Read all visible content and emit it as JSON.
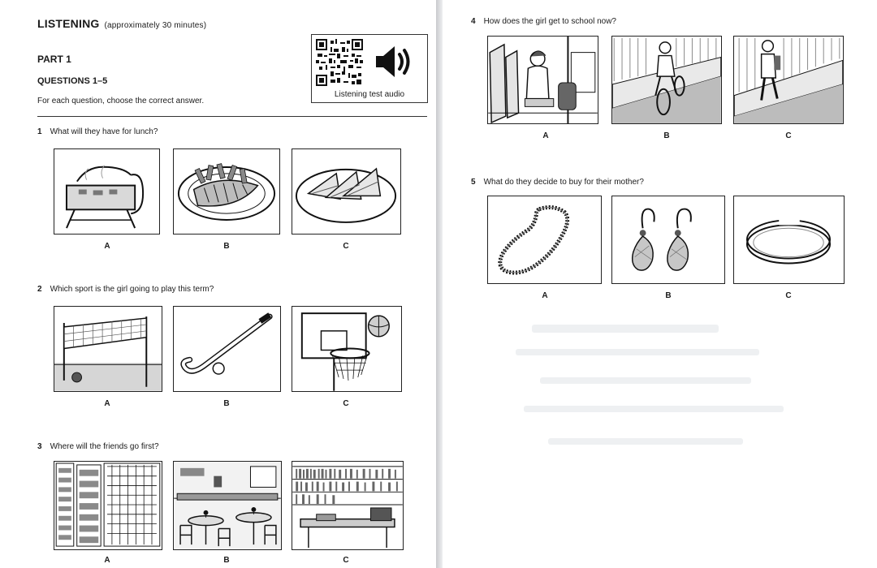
{
  "header": {
    "title": "LISTENING",
    "duration": "(approximately 30 minutes)",
    "part": "PART 1",
    "questions": "QUESTIONS 1–5",
    "instruction": "For each question, choose the correct answer."
  },
  "audio": {
    "label": "Listening test audio",
    "qr_icon": "qr-code-icon",
    "speaker_icon": "speaker-icon"
  },
  "questions": [
    {
      "number": "1",
      "text": "What will they have for lunch?",
      "options": [
        "A",
        "B",
        "C"
      ]
    },
    {
      "number": "2",
      "text": "Which sport is the girl going to play this term?",
      "options": [
        "A",
        "B",
        "C"
      ]
    },
    {
      "number": "3",
      "text": "Where will the friends go first?",
      "options": [
        "A",
        "B",
        "C"
      ]
    },
    {
      "number": "4",
      "text": "How does the girl get to school now?",
      "options": [
        "A",
        "B",
        "C"
      ]
    },
    {
      "number": "5",
      "text": "What do they decide to buy for their mother?",
      "options": [
        "A",
        "B",
        "C"
      ]
    }
  ]
}
